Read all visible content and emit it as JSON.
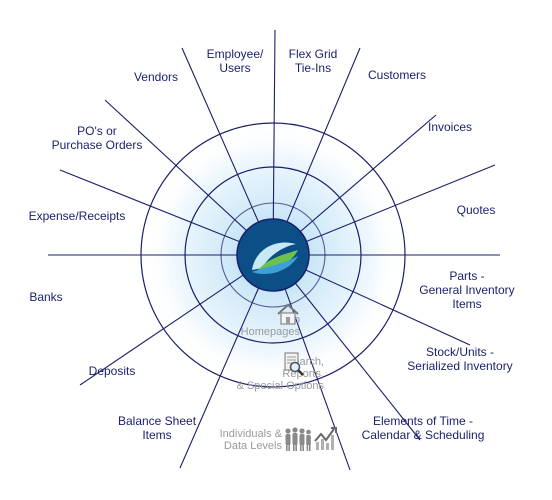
{
  "diagram": {
    "colors": {
      "line": "#1a1f6b",
      "hub": "#0b4f86",
      "glow": "#c8e6f7",
      "label": "#1a1f6b",
      "grey_label": "#9a9a9a"
    },
    "spoke_labels": {
      "employee_users": "Employee/\nUsers",
      "flex_grid": "Flex Grid\nTie-Ins",
      "vendors": "Vendors",
      "customers": "Customers",
      "pos": "PO's or\nPurchase Orders",
      "invoices": "Invoices",
      "expense_receipts": "Expense/Receipts",
      "quotes": "Quotes",
      "banks": "Banks",
      "parts": "Parts -\nGeneral Inventory\nItems",
      "deposits": "Deposits",
      "stock_units": "Stock/Units -\nSerialized Inventory",
      "balance_sheet": "Balance Sheet\nItems",
      "elements_of_time": "Elements of Time -\nCalendar & Scheduling"
    },
    "inner_labels": {
      "sub_homepages": "Sub\nHomepages",
      "search_reports": "Search,\nReports,\n& Special Options",
      "individuals": "Individuals &\nData Levels"
    },
    "icons": {
      "hub": "logo-wave-icon",
      "sub_homepages": "house-icon",
      "search_reports": "document-search-icon",
      "individuals": "people-group-icon",
      "chart": "line-chart-icon"
    }
  }
}
